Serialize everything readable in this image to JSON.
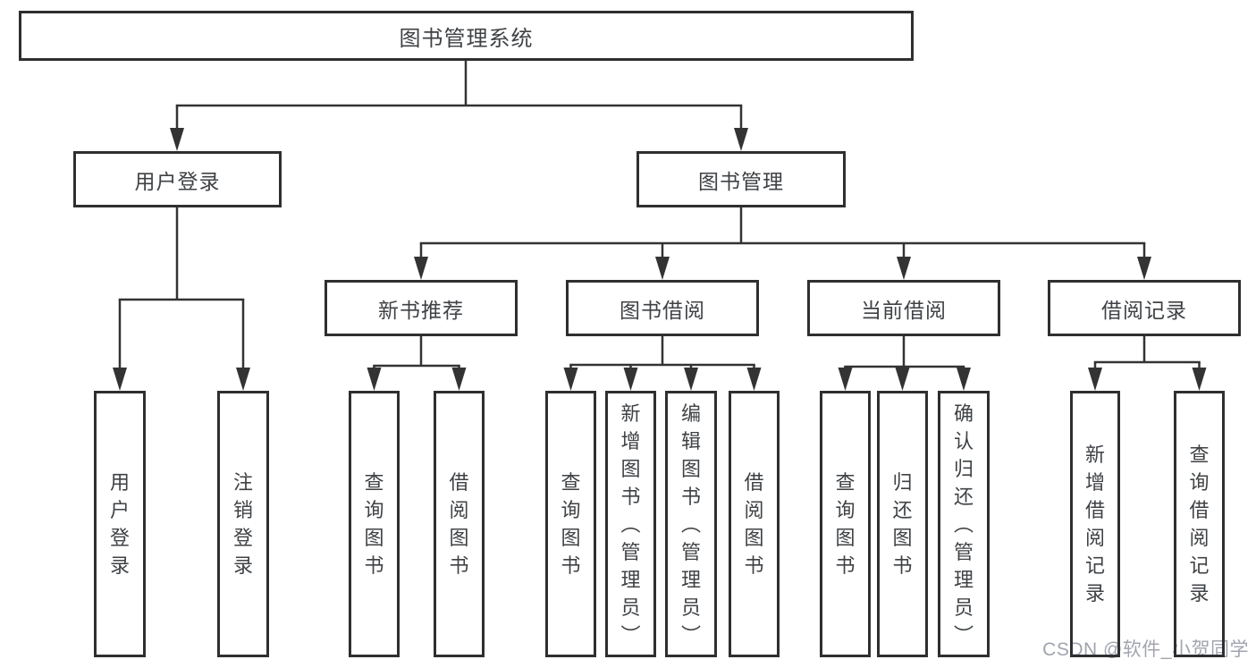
{
  "tree": {
    "label": "图书管理系统",
    "children": [
      {
        "label": "用户登录",
        "children": [
          {
            "label": "用户登录"
          },
          {
            "label": "注销登录"
          }
        ]
      },
      {
        "label": "图书管理",
        "children": [
          {
            "label": "新书推荐",
            "children": [
              {
                "label": "查询图书"
              },
              {
                "label": "借阅图书"
              }
            ]
          },
          {
            "label": "图书借阅",
            "children": [
              {
                "label": "查询图书"
              },
              {
                "label": "新增图书（管理员）"
              },
              {
                "label": "编辑图书（管理员）"
              },
              {
                "label": "借阅图书"
              }
            ]
          },
          {
            "label": "当前借阅",
            "children": [
              {
                "label": "查询图书"
              },
              {
                "label": "归还图书"
              },
              {
                "label": "确认归还（管理员）"
              }
            ]
          },
          {
            "label": "借阅记录",
            "children": [
              {
                "label": "新增借阅记录"
              },
              {
                "label": "查询借阅记录"
              }
            ]
          }
        ]
      }
    ]
  },
  "colors": {
    "line": "#333333",
    "border": "#2e2f31",
    "text": "#3f4245",
    "watermark": "#a0a4ae"
  },
  "watermark": "CSDN @软件_小贺同学"
}
